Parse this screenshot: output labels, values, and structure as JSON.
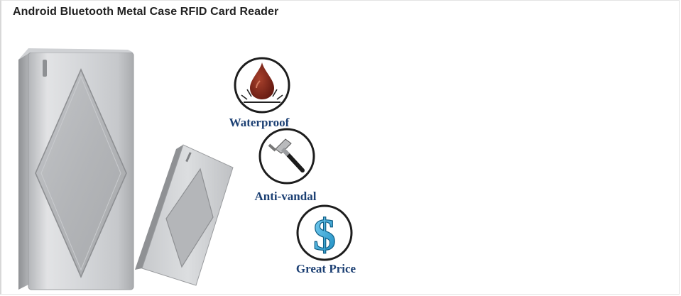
{
  "page": {
    "title": "Android Bluetooth Metal Case RFID Card Reader"
  },
  "features": [
    {
      "label": "Waterproof",
      "icon": "water-drop-icon"
    },
    {
      "label": "Anti-vandal",
      "icon": "hammer-icon"
    },
    {
      "label": "Great Price",
      "icon": "dollar-icon"
    }
  ],
  "colors": {
    "title": "#222222",
    "feature_label": "#1b3f73",
    "drop": "#7a2418",
    "dollar": "#2aa3d6",
    "metal_light": "#e4e5e7",
    "metal_dark": "#9fa1a4"
  }
}
